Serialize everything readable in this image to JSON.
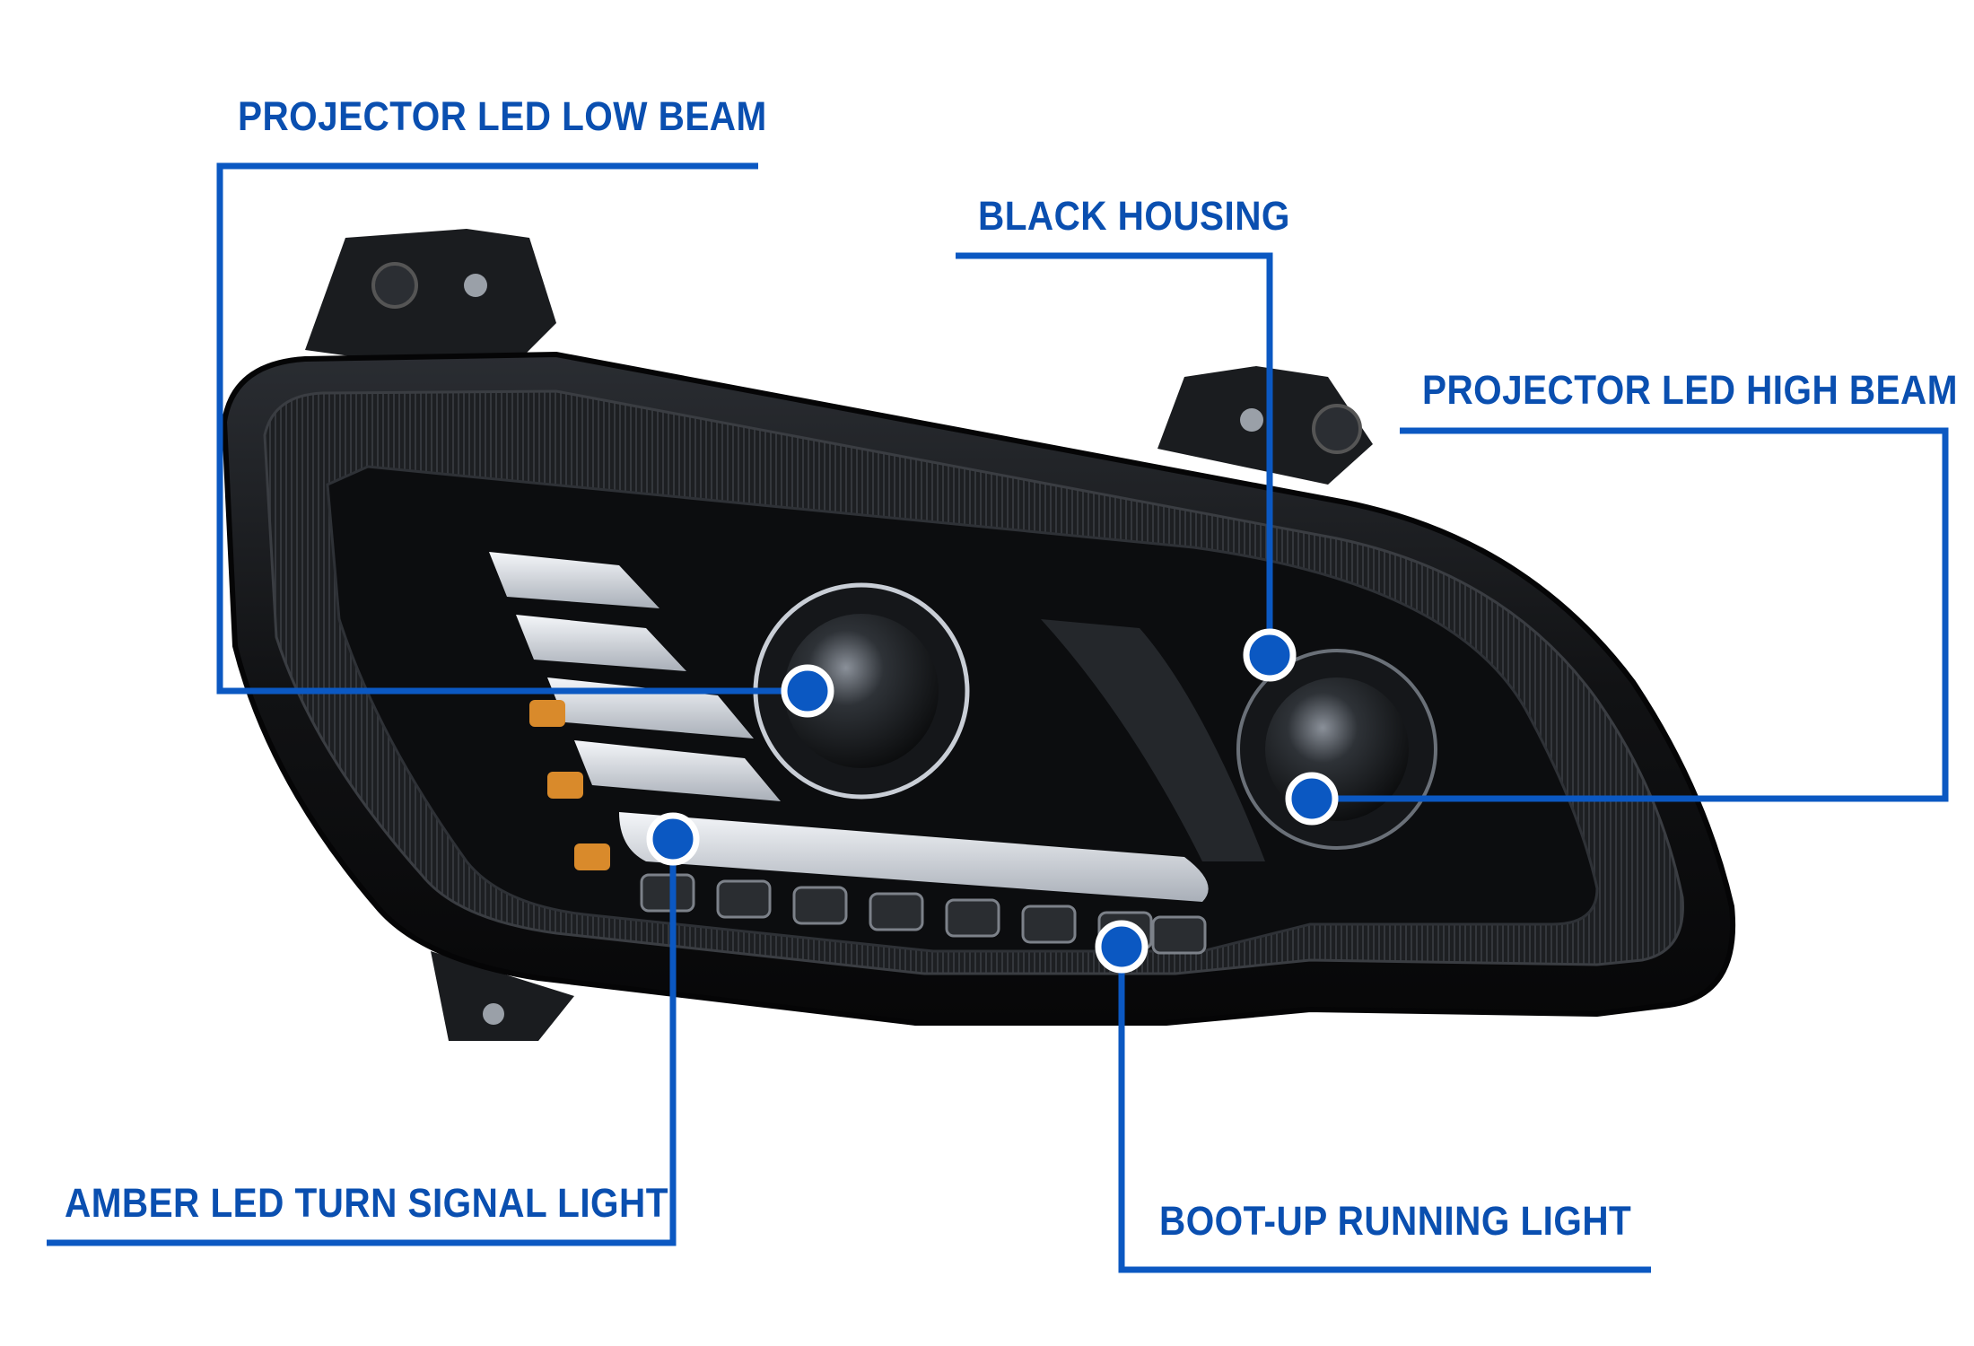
{
  "colors": {
    "accent": "#0b58c2",
    "label": "#0a4fb0",
    "housing": "#0d0e10",
    "chrome": "#c9ced6",
    "amber": "#d98a2b",
    "lens": "#1b1e23"
  },
  "callouts": [
    {
      "id": "low-beam",
      "text": "PROJECTOR LED LOW BEAM"
    },
    {
      "id": "housing",
      "text": "BLACK HOUSING"
    },
    {
      "id": "high-beam",
      "text": "PROJECTOR LED HIGH BEAM"
    },
    {
      "id": "turn-signal",
      "text": "AMBER LED TURN SIGNAL LIGHT"
    },
    {
      "id": "running-light",
      "text": "BOOT-UP RUNNING LIGHT"
    }
  ]
}
